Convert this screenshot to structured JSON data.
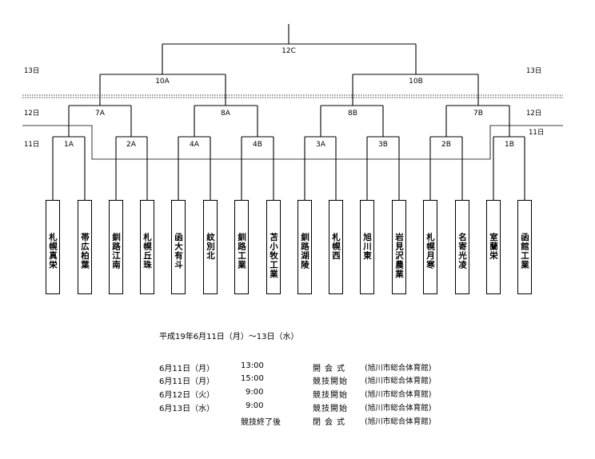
{
  "days": {
    "day13": "13日",
    "day12": "12日",
    "day11": "11日"
  },
  "matches": {
    "m1A": "1A",
    "m2A": "2A",
    "m4A": "4A",
    "m4B": "4B",
    "m3A": "3A",
    "m3B": "3B",
    "m2B": "2B",
    "m1B": "1B",
    "m7A": "7A",
    "m8A": "8A",
    "m8B": "8B",
    "m7B": "7B",
    "m10A": "10A",
    "m10B": "10B",
    "m12C": "12C"
  },
  "teams": [
    "札幌真栄",
    "帯広柏葉",
    "釧路江南",
    "札幌丘珠",
    "函大有斗",
    "紋別北",
    "釧路工業",
    "苫小牧工業",
    "釧路湖陵",
    "札幌西",
    "旭川東",
    "岩見沢農業",
    "札幌月寒",
    "名寄光凌",
    "室蘭栄",
    "函館工業"
  ],
  "schedule": {
    "period": "平成19年6月11日（月）〜13日（水）",
    "rows": [
      {
        "date": "6月11日（月）",
        "time": "13:00",
        "event": "開会式",
        "venue": "(旭川市総合体育館)"
      },
      {
        "date": "6月11日（月）",
        "time": "15:00",
        "event": "競技開始",
        "venue": "(旭川市総合体育館)"
      },
      {
        "date": "6月12日（火）",
        "time": "9:00",
        "event": "競技開始",
        "venue": "(旭川市総合体育館)"
      },
      {
        "date": "6月13日（水）",
        "time": "9:00",
        "event": "競技開始",
        "venue": "(旭川市総合体育館)"
      },
      {
        "date": "",
        "time": "競技終了後",
        "event": "閉会式",
        "venue": "(旭川市総合体育館)"
      }
    ]
  }
}
